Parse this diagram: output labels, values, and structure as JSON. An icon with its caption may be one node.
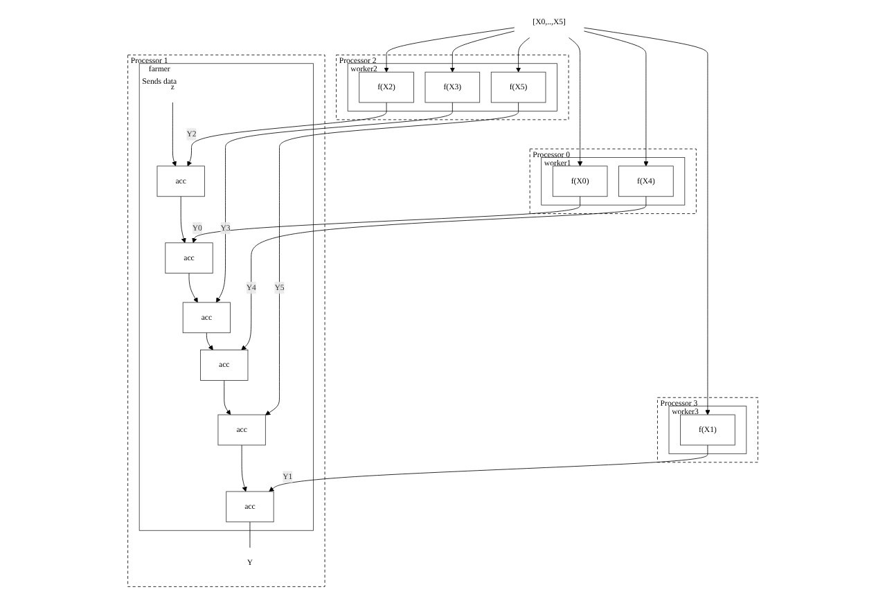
{
  "diagram": {
    "nodes": [
      {
        "text": [
          "[X0,..,X5]"
        ]
      },
      {
        "text": [
          "Processor 0"
        ]
      },
      {
        "text": [
          "worker1"
        ],
        "in": 1
      },
      {
        "text": [
          "f(X0)"
        ],
        "in": 2
      },
      {
        "text": [
          "f(X4)"
        ],
        "in": 2
      },
      {
        "text": [
          "Processor 1"
        ]
      },
      {
        "text": [
          "farmer",
          "Sends data"
        ],
        "in": 5
      },
      {
        "text": [
          "z"
        ],
        "in": 6
      },
      {
        "text": [
          "acc"
        ],
        "in": 6
      },
      {
        "text": [
          "acc"
        ],
        "in": 6
      },
      {
        "text": [
          "acc"
        ],
        "in": 6
      },
      {
        "text": [
          "acc"
        ],
        "in": 6
      },
      {
        "text": [
          "acc"
        ],
        "in": 6
      },
      {
        "text": [
          "acc"
        ],
        "in": 6
      },
      {
        "text": [
          "Y"
        ],
        "in": 5
      },
      {
        "text": [
          "Processor 2"
        ]
      },
      {
        "text": [
          "worker2"
        ],
        "in": 15
      },
      {
        "text": [
          "f(X2)"
        ],
        "in": 16
      },
      {
        "text": [
          "f(X3)"
        ],
        "in": 16
      },
      {
        "text": [
          "f(X5)"
        ],
        "in": 16
      },
      {
        "text": [
          "Processor 3"
        ]
      },
      {
        "text": [
          "worker3"
        ],
        "in": 20
      },
      {
        "text": [
          "f(X1)"
        ],
        "in": 21
      }
    ],
    "edges": [
      {
        "from": 0,
        "to": 3,
        "arrow": "to"
      },
      {
        "from": 0,
        "to": 4,
        "arrow": "to"
      },
      {
        "from": 0,
        "to": 17,
        "arrow": "to"
      },
      {
        "from": 0,
        "to": 18,
        "arrow": "to"
      },
      {
        "from": 0,
        "to": 19,
        "arrow": "to"
      },
      {
        "from": 0,
        "to": 22,
        "arrow": "to"
      },
      {
        "from": 7,
        "to": 8,
        "arrow": "to"
      },
      {
        "from": 17,
        "to": 8,
        "arrow": "to",
        "label": "Y2"
      },
      {
        "from": 8,
        "to": 9,
        "arrow": "to"
      },
      {
        "from": 3,
        "to": 9,
        "arrow": "to",
        "label": "Y0"
      },
      {
        "from": 9,
        "to": 10,
        "arrow": "to"
      },
      {
        "from": 18,
        "to": 10,
        "arrow": "to",
        "label": "Y3"
      },
      {
        "from": 10,
        "to": 11,
        "arrow": "to"
      },
      {
        "from": 4,
        "to": 11,
        "arrow": "to",
        "label": "Y4"
      },
      {
        "from": 11,
        "to": 12,
        "arrow": "to"
      },
      {
        "from": 19,
        "to": 12,
        "arrow": "to",
        "label": "Y5"
      },
      {
        "from": 12,
        "to": 13,
        "arrow": "to"
      },
      {
        "from": 22,
        "to": 13,
        "arrow": "to",
        "label": "Y1"
      },
      {
        "from": 13,
        "to": 14,
        "arrow": "none"
      }
    ]
  }
}
